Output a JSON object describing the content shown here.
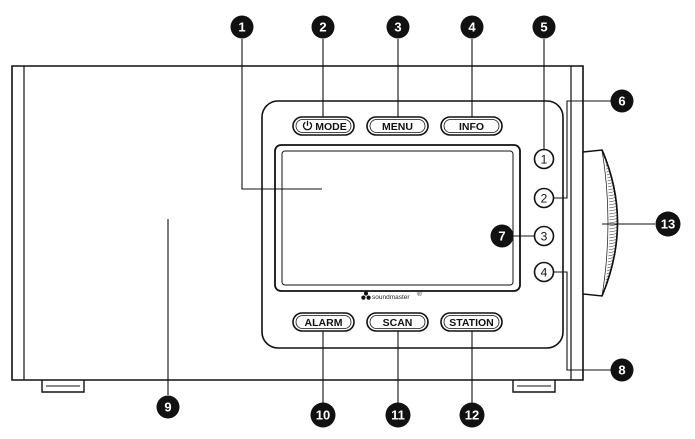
{
  "buttons": {
    "mode": "MODE",
    "menu": "MENU",
    "info": "INFO",
    "alarm": "ALARM",
    "scan": "SCAN",
    "station": "STATION"
  },
  "presets": [
    "1",
    "2",
    "3",
    "4"
  ],
  "brand": "soundmaster",
  "brand_mark": "®",
  "callouts": [
    "1",
    "2",
    "3",
    "4",
    "5",
    "6",
    "7",
    "8",
    "9",
    "10",
    "11",
    "12",
    "13"
  ],
  "icons": {
    "mode_power": "power-icon",
    "brand_logo": "soundmaster-logo-icon",
    "tuning_knob": "rotary-knob-icon"
  }
}
